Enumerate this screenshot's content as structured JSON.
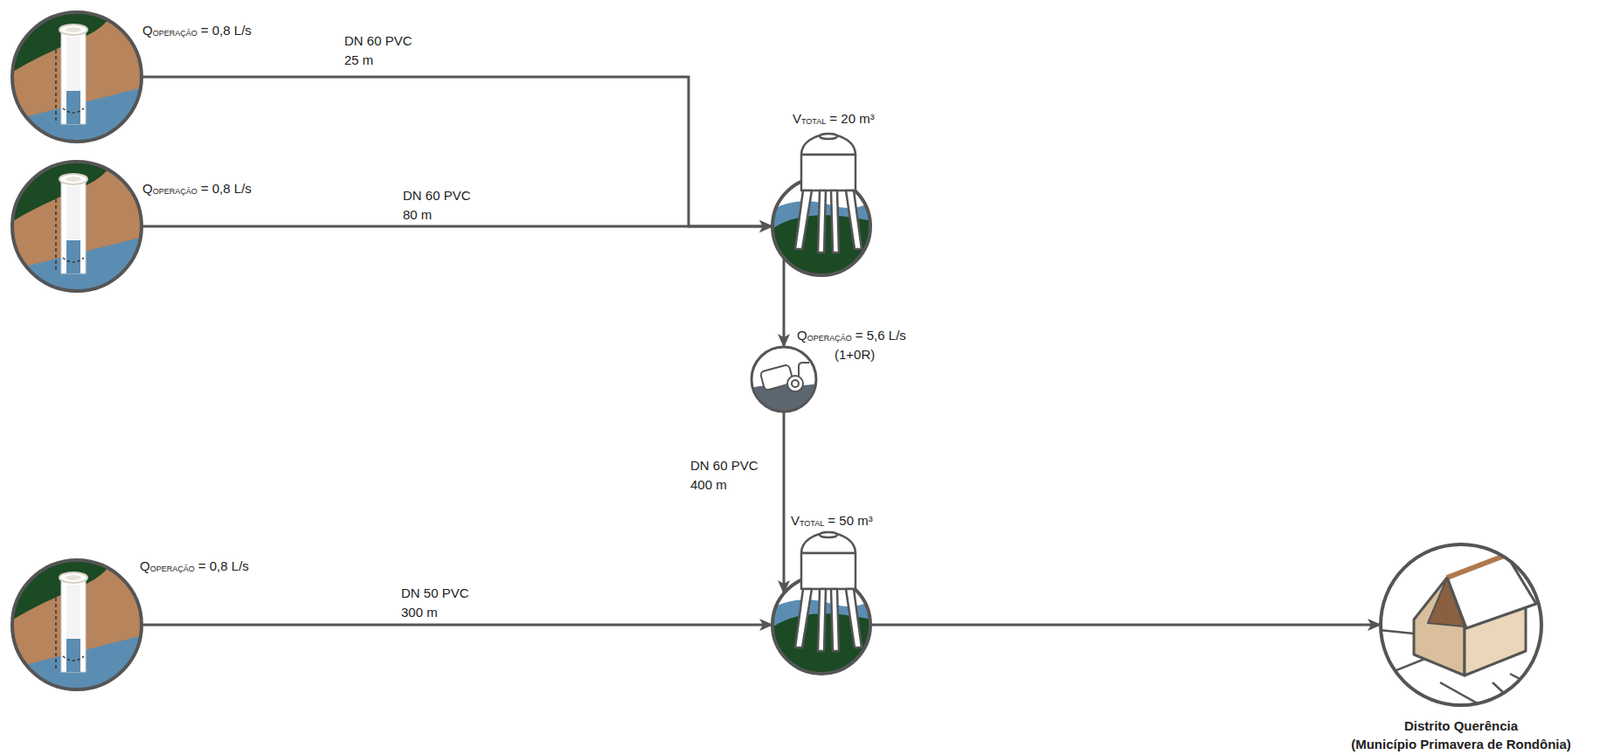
{
  "diagram": {
    "nodes": [
      {
        "text": [
          "QOPERAÇÃO = 0,8 L/s"
        ]
      },
      {
        "text": [
          "QOPERAÇÃO = 0,8 L/s"
        ]
      },
      {
        "text": [
          "VTOTAL = 20 m³"
        ]
      },
      {
        "text": [
          "QOPERAÇÃO = 5,6 L/s",
          "(1+0R)"
        ]
      },
      {
        "text": [
          "QOPERAÇÃO = 0,8 L/s"
        ]
      },
      {
        "text": [
          "VTOTAL = 50 m³"
        ]
      },
      {
        "text": [
          "Distrito Querência",
          "(Município Primavera de Rondônia)"
        ]
      }
    ],
    "edges": [
      {
        "from": 0,
        "to": 2,
        "label": "DN 60 PVC 25 m",
        "arrow": "to"
      },
      {
        "from": 1,
        "to": 2,
        "label": "DN 60 PVC 80 m",
        "arrow": "to"
      },
      {
        "from": 2,
        "to": 3,
        "arrow": "to"
      },
      {
        "from": 3,
        "to": 5,
        "label": "DN 60 PVC 400 m",
        "arrow": "to"
      },
      {
        "from": 4,
        "to": 5,
        "label": "DN 50 PVC 300 m",
        "arrow": "to"
      },
      {
        "from": 5,
        "to": 6,
        "arrow": "to"
      }
    ]
  }
}
